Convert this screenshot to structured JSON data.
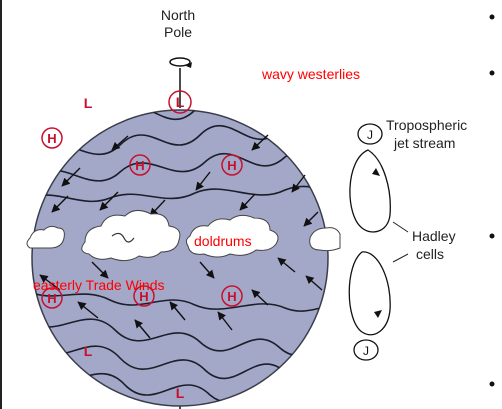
{
  "labels": {
    "north_pole_line1": "North",
    "north_pole_line2": "Pole",
    "wavy_westerlies": "wavy westerlies",
    "tropospheric_line1": "Tropospheric",
    "tropospheric_line2": "jet stream",
    "hadley_line1": "Hadley",
    "hadley_line2": "cells",
    "doldrums": "doldrums",
    "easterly_trade_winds": "easterly Trade Winds"
  },
  "symbols": {
    "high": "H",
    "low": "L",
    "jet": "J"
  },
  "colors": {
    "globe_fill": "#a3a8c8",
    "globe_edge": "#3a3d4a",
    "pressure_red": "#c8102e",
    "overlay_text": "#ff0000",
    "cloud": "#ffffff"
  }
}
